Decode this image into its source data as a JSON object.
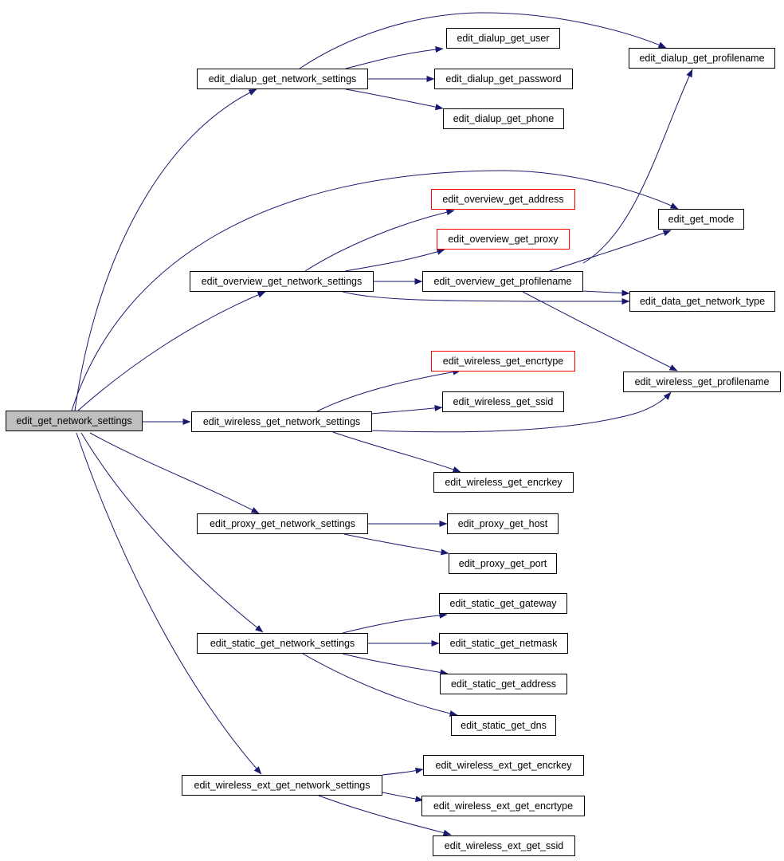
{
  "colors": {
    "edge": "#191970",
    "node_border": "#000000",
    "highlight_border": "#ff0000",
    "root_fill": "#bfbfbf"
  },
  "nodes": {
    "root": "edit_get_network_settings",
    "dialup_settings": "edit_dialup_get_network_settings",
    "dialup_user": "edit_dialup_get_user",
    "dialup_password": "edit_dialup_get_password",
    "dialup_phone": "edit_dialup_get_phone",
    "dialup_profilename": "edit_dialup_get_profilename",
    "overview_address": "edit_overview_get_address",
    "overview_proxy": "edit_overview_get_proxy",
    "overview_settings": "edit_overview_get_network_settings",
    "overview_profilename": "edit_overview_get_profilename",
    "get_mode": "edit_get_mode",
    "data_network_type": "edit_data_get_network_type",
    "wireless_profilename": "edit_wireless_get_profilename",
    "wireless_encrtype": "edit_wireless_get_encrtype",
    "wireless_ssid": "edit_wireless_get_ssid",
    "wireless_settings": "edit_wireless_get_network_settings",
    "wireless_encrkey": "edit_wireless_get_encrkey",
    "proxy_settings": "edit_proxy_get_network_settings",
    "proxy_host": "edit_proxy_get_host",
    "proxy_port": "edit_proxy_get_port",
    "static_gateway": "edit_static_get_gateway",
    "static_settings": "edit_static_get_network_settings",
    "static_netmask": "edit_static_get_netmask",
    "static_address": "edit_static_get_address",
    "static_dns": "edit_static_get_dns",
    "wext_encrkey": "edit_wireless_ext_get_encrkey",
    "wext_settings": "edit_wireless_ext_get_network_settings",
    "wext_encrtype": "edit_wireless_ext_get_encrtype",
    "wext_ssid": "edit_wireless_ext_get_ssid"
  },
  "edges": [
    [
      "root",
      "dialup_settings"
    ],
    [
      "root",
      "overview_settings"
    ],
    [
      "root",
      "wireless_settings"
    ],
    [
      "root",
      "proxy_settings"
    ],
    [
      "root",
      "static_settings"
    ],
    [
      "root",
      "wext_settings"
    ],
    [
      "root",
      "get_mode"
    ],
    [
      "dialup_settings",
      "dialup_user"
    ],
    [
      "dialup_settings",
      "dialup_password"
    ],
    [
      "dialup_settings",
      "dialup_phone"
    ],
    [
      "dialup_settings",
      "dialup_profilename"
    ],
    [
      "overview_settings",
      "overview_address"
    ],
    [
      "overview_settings",
      "overview_proxy"
    ],
    [
      "overview_settings",
      "overview_profilename"
    ],
    [
      "overview_settings",
      "data_network_type"
    ],
    [
      "overview_profilename",
      "get_mode"
    ],
    [
      "overview_profilename",
      "dialup_profilename"
    ],
    [
      "overview_profilename",
      "data_network_type"
    ],
    [
      "overview_profilename",
      "wireless_profilename"
    ],
    [
      "wireless_settings",
      "wireless_encrtype"
    ],
    [
      "wireless_settings",
      "wireless_ssid"
    ],
    [
      "wireless_settings",
      "wireless_encrkey"
    ],
    [
      "wireless_settings",
      "wireless_profilename"
    ],
    [
      "proxy_settings",
      "proxy_host"
    ],
    [
      "proxy_settings",
      "proxy_port"
    ],
    [
      "static_settings",
      "static_gateway"
    ],
    [
      "static_settings",
      "static_netmask"
    ],
    [
      "static_settings",
      "static_address"
    ],
    [
      "static_settings",
      "static_dns"
    ],
    [
      "wext_settings",
      "wext_encrkey"
    ],
    [
      "wext_settings",
      "wext_encrtype"
    ],
    [
      "wext_settings",
      "wext_ssid"
    ]
  ]
}
